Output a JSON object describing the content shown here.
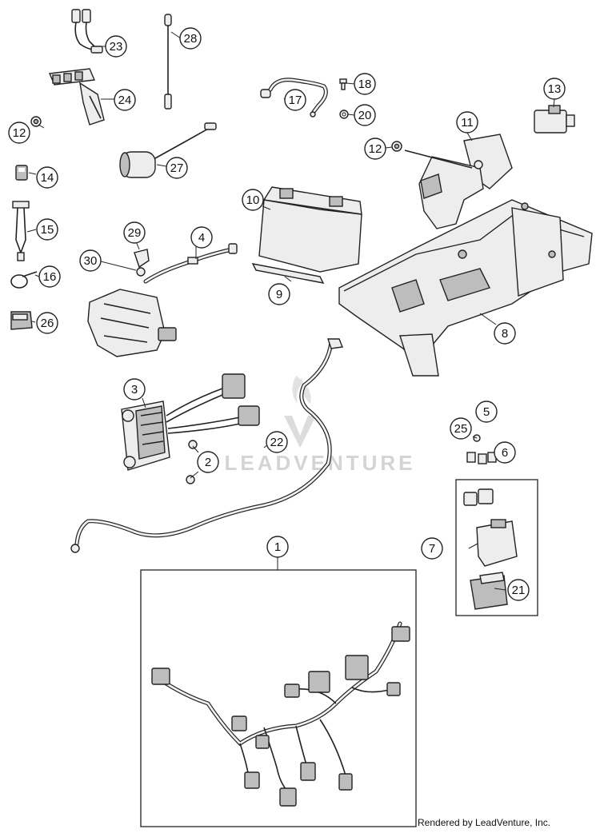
{
  "callouts": [
    {
      "id": "c1",
      "label": "1"
    },
    {
      "id": "c2",
      "label": "2"
    },
    {
      "id": "c3",
      "label": "3"
    },
    {
      "id": "c4",
      "label": "4"
    },
    {
      "id": "c5",
      "label": "5"
    },
    {
      "id": "c6",
      "label": "6"
    },
    {
      "id": "c7",
      "label": "7"
    },
    {
      "id": "c8",
      "label": "8"
    },
    {
      "id": "c9",
      "label": "9"
    },
    {
      "id": "c10",
      "label": "10"
    },
    {
      "id": "c11",
      "label": "11"
    },
    {
      "id": "c12a",
      "label": "12"
    },
    {
      "id": "c12b",
      "label": "12"
    },
    {
      "id": "c13",
      "label": "13"
    },
    {
      "id": "c14",
      "label": "14"
    },
    {
      "id": "c15",
      "label": "15"
    },
    {
      "id": "c16",
      "label": "16"
    },
    {
      "id": "c17",
      "label": "17"
    },
    {
      "id": "c18",
      "label": "18"
    },
    {
      "id": "c20",
      "label": "20"
    },
    {
      "id": "c21",
      "label": "21"
    },
    {
      "id": "c22",
      "label": "22"
    },
    {
      "id": "c23",
      "label": "23"
    },
    {
      "id": "c24",
      "label": "24"
    },
    {
      "id": "c25",
      "label": "25"
    },
    {
      "id": "c26",
      "label": "26"
    },
    {
      "id": "c27",
      "label": "27"
    },
    {
      "id": "c28",
      "label": "28"
    },
    {
      "id": "c29",
      "label": "29"
    },
    {
      "id": "c30",
      "label": "30"
    }
  ],
  "watermark": "LEADVENTURE",
  "credit": "Rendered by LeadVenture, Inc."
}
